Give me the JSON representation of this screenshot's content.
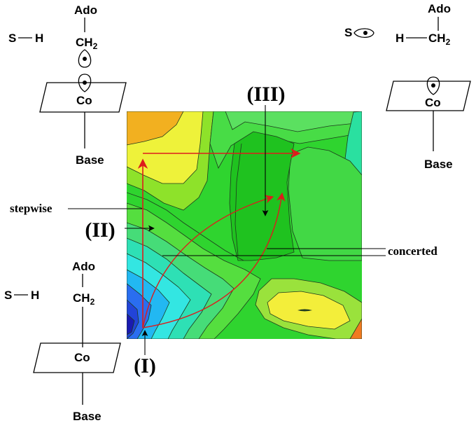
{
  "structures": {
    "top_left": {
      "ado": "Ado",
      "ch": "CH",
      "sub": "2",
      "sh_s": "S",
      "sh_h": "H",
      "co": "Co",
      "base": "Base"
    },
    "top_right": {
      "ado": "Ado",
      "h": "H",
      "ch": "CH",
      "sub": "2",
      "s": "S",
      "co": "Co",
      "base": "Base"
    },
    "bottom_left": {
      "ado": "Ado",
      "ch": "CH",
      "sub": "2",
      "sh_s": "S",
      "sh_h": "H",
      "co": "Co",
      "base": "Base"
    }
  },
  "labels": {
    "state_I": "(I)",
    "state_II": "(II)",
    "state_III": "(III)",
    "stepwise": "stepwise",
    "concerted": "concerted"
  },
  "colors": {
    "path": "#dd1c1c",
    "contour_line": "#1e3a1e"
  }
}
